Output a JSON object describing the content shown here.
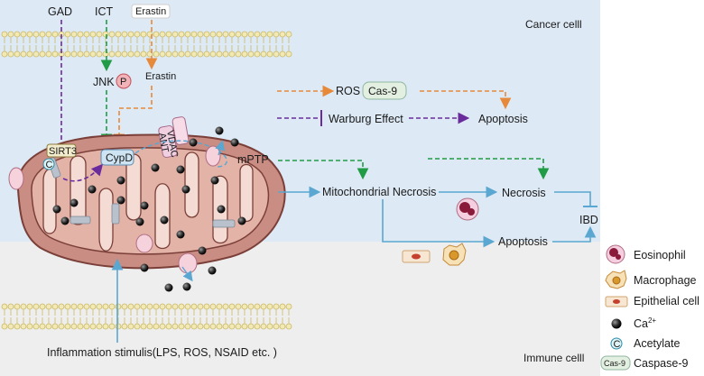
{
  "regions": {
    "cancer": "Cancer celll",
    "immune": "Immune celll"
  },
  "inputs": {
    "gad": "GAD",
    "ict": "ICT",
    "erastin_top": "Erastin",
    "erastin_mid": "Erastin",
    "jnk": "JNK",
    "phospho": "P"
  },
  "mito": {
    "sirt3": "SIRT3",
    "acetyl": "C",
    "cypd": "CypD",
    "vdac": "VDAC",
    "ant": "ANT",
    "mptp": "mPTP"
  },
  "pathway": {
    "ros": "ROS",
    "cas9": "Cas-9",
    "warburg": "Warburg Effect",
    "apoptosis_top": "Apoptosis",
    "mito_necrosis": "Mitochondrial Necrosis",
    "necrosis": "Necrosis",
    "apoptosis_bottom": "Apoptosis",
    "ibd": "IBD"
  },
  "stimulus": "Inflammation stimulis(LPS, ROS, NSAID etc. )",
  "legend": {
    "eosinophil": "Eosinophil",
    "macrophage": "Macrophage",
    "epithelial": "Epithelial cell",
    "calcium": "Ca",
    "calcium_sup": "2+",
    "acetylate_symbol": "C",
    "acetylate": "Acetylate",
    "cas9_symbol": "Cas-9",
    "caspase": "Caspase-9"
  },
  "colors": {
    "cancer_bg": "#dde9f5",
    "immune_bg": "#eeeeee",
    "mito_fill": "#c98d83",
    "mito_stroke": "#7a3f38",
    "cristae_fill": "#f4dcd4",
    "arrow_blue": "#5aa7d1",
    "arrow_orange": "#e7893a",
    "arrow_purple": "#6a2c9c",
    "arrow_green": "#1f9c45",
    "membrane": "#c9b968"
  }
}
